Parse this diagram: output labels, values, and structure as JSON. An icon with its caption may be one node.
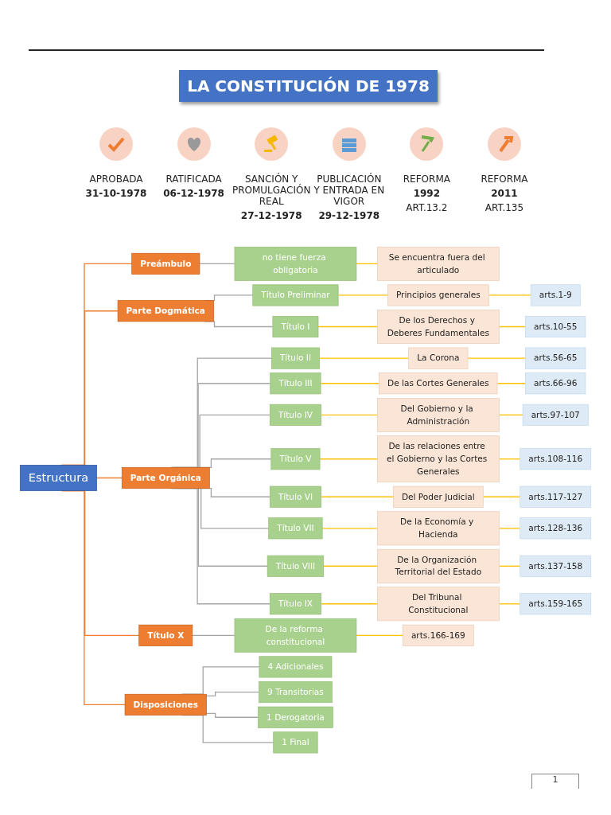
{
  "diagram": {
    "title": "LA CONSTITUCIÓN DE 1978",
    "nodes": [
      {
        "text": [
          "Estructura"
        ]
      },
      {
        "text": [
          "Preámbulo"
        ]
      },
      {
        "text": [
          "Parte Dogmática"
        ]
      },
      {
        "text": [
          "Parte Orgánica"
        ]
      },
      {
        "text": [
          "Título X"
        ]
      },
      {
        "text": [
          "Disposiciones"
        ]
      },
      {
        "text": [
          "no tiene fuerza obligatoria"
        ]
      },
      {
        "text": [
          "Se encuentra fuera del articulado"
        ]
      },
      {
        "text": [
          "Título Preliminar"
        ]
      },
      {
        "text": [
          "Principios generales"
        ]
      },
      {
        "text": [
          "arts.1-9"
        ]
      },
      {
        "text": [
          "Título I"
        ]
      },
      {
        "text": [
          "De los Derechos y Deberes Fundamentales"
        ]
      },
      {
        "text": [
          "arts.10-55"
        ]
      },
      {
        "text": [
          "Título II"
        ]
      },
      {
        "text": [
          "La Corona"
        ]
      },
      {
        "text": [
          "arts.56-65"
        ]
      },
      {
        "text": [
          "Título III"
        ]
      },
      {
        "text": [
          "De las Cortes Generales"
        ]
      },
      {
        "text": [
          "arts.66-96"
        ]
      },
      {
        "text": [
          "Título IV"
        ]
      },
      {
        "text": [
          "Del Gobierno y la Administración"
        ]
      },
      {
        "text": [
          "arts.97-107"
        ]
      },
      {
        "text": [
          "Título V"
        ]
      },
      {
        "text": [
          "De las relaciones entre el Gobierno y las Cortes Generales"
        ]
      },
      {
        "text": [
          "arts.108-116"
        ]
      },
      {
        "text": [
          "Título VI"
        ]
      },
      {
        "text": [
          "Del Poder Judicial"
        ]
      },
      {
        "text": [
          "arts.117-127"
        ]
      },
      {
        "text": [
          "Título VII"
        ]
      },
      {
        "text": [
          "De la Economía y Hacienda"
        ]
      },
      {
        "text": [
          "arts.128-136"
        ]
      },
      {
        "text": [
          "Título VIII"
        ]
      },
      {
        "text": [
          "De la Organización Territorial del Estado"
        ]
      },
      {
        "text": [
          "arts.137-158"
        ]
      },
      {
        "text": [
          "Título IX"
        ]
      },
      {
        "text": [
          "Del Tribunal Constitucional"
        ]
      },
      {
        "text": [
          "arts.159-165"
        ]
      },
      {
        "text": [
          "De la reforma constitucional"
        ]
      },
      {
        "text": [
          "arts.166-169"
        ]
      },
      {
        "text": [
          "4 Adicionales"
        ]
      },
      {
        "text": [
          "9 Transitorias"
        ]
      },
      {
        "text": [
          "1 Derogatoria"
        ]
      },
      {
        "text": [
          "1 Final"
        ]
      }
    ],
    "edges": [
      {
        "from": 0,
        "to": 1,
        "arrow": "none",
        "color": "#ed7d31"
      },
      {
        "from": 0,
        "to": 2,
        "arrow": "none",
        "color": "#ed7d31"
      },
      {
        "from": 0,
        "to": 3,
        "arrow": "none",
        "color": "#ed7d31"
      },
      {
        "from": 0,
        "to": 4,
        "arrow": "none",
        "color": "#ed7d31"
      },
      {
        "from": 0,
        "to": 5,
        "arrow": "none",
        "color": "#ed7d31"
      },
      {
        "from": 1,
        "to": 6,
        "arrow": "none",
        "color": "#a5a5a5"
      },
      {
        "from": 6,
        "to": 7,
        "arrow": "none"
      },
      {
        "from": 2,
        "to": 8,
        "arrow": "none",
        "color": "#a5a5a5"
      },
      {
        "from": 8,
        "to": 9,
        "arrow": "none"
      },
      {
        "from": 9,
        "to": 10,
        "arrow": "none"
      },
      {
        "from": 2,
        "to": 11,
        "arrow": "none",
        "color": "#a5a5a5"
      },
      {
        "from": 11,
        "to": 12,
        "arrow": "none"
      },
      {
        "from": 12,
        "to": 13,
        "arrow": "none"
      },
      {
        "from": 3,
        "to": 14,
        "arrow": "none",
        "color": "#a5a5a5"
      },
      {
        "from": 14,
        "to": 15,
        "arrow": "none"
      },
      {
        "from": 15,
        "to": 16,
        "arrow": "none"
      },
      {
        "from": 3,
        "to": 17,
        "arrow": "none",
        "color": "#a5a5a5"
      },
      {
        "from": 17,
        "to": 18,
        "arrow": "none"
      },
      {
        "from": 18,
        "to": 19,
        "arrow": "none"
      },
      {
        "from": 3,
        "to": 20,
        "arrow": "none",
        "color": "#a5a5a5"
      },
      {
        "from": 20,
        "to": 21,
        "arrow": "none"
      },
      {
        "from": 21,
        "to": 22,
        "arrow": "none"
      },
      {
        "from": 3,
        "to": 23,
        "arrow": "none",
        "color": "#a5a5a5"
      },
      {
        "from": 23,
        "to": 24,
        "arrow": "none"
      },
      {
        "from": 24,
        "to": 25,
        "arrow": "none"
      },
      {
        "from": 3,
        "to": 26,
        "arrow": "none",
        "color": "#a5a5a5"
      },
      {
        "from": 26,
        "to": 27,
        "arrow": "none"
      },
      {
        "from": 27,
        "to": 28,
        "arrow": "none"
      },
      {
        "from": 3,
        "to": 29,
        "arrow": "none",
        "color": "#a5a5a5"
      },
      {
        "from": 29,
        "to": 30,
        "arrow": "none"
      },
      {
        "from": 30,
        "to": 31,
        "arrow": "none"
      },
      {
        "from": 3,
        "to": 32,
        "arrow": "none",
        "color": "#a5a5a5"
      },
      {
        "from": 32,
        "to": 33,
        "arrow": "none"
      },
      {
        "from": 33,
        "to": 34,
        "arrow": "none"
      },
      {
        "from": 3,
        "to": 35,
        "arrow": "none",
        "color": "#a5a5a5"
      },
      {
        "from": 35,
        "to": 36,
        "arrow": "none"
      },
      {
        "from": 36,
        "to": 37,
        "arrow": "none"
      },
      {
        "from": 4,
        "to": 38,
        "arrow": "none",
        "color": "#a5a5a5"
      },
      {
        "from": 38,
        "to": 39,
        "arrow": "none"
      },
      {
        "from": 5,
        "to": 40,
        "arrow": "none",
        "color": "#a5a5a5"
      },
      {
        "from": 5,
        "to": 41,
        "arrow": "none",
        "color": "#a5a5a5"
      },
      {
        "from": 5,
        "to": 42,
        "arrow": "none",
        "color": "#a5a5a5"
      },
      {
        "from": 5,
        "to": 43,
        "arrow": "none",
        "color": "#a5a5a5"
      }
    ],
    "labels": [
      "APROBADA",
      "31-10-1978",
      "RATIFICADA",
      "06-12-1978",
      "SANCIÓN Y PROMULGACIÓN REAL",
      "27-12-1978",
      "PUBLICACIÓN Y ENTRADA EN VIGOR",
      "29-12-1978",
      "REFORMA",
      "1992",
      "ART.13.2",
      "REFORMA",
      "2011",
      "ART.135",
      "1"
    ]
  }
}
